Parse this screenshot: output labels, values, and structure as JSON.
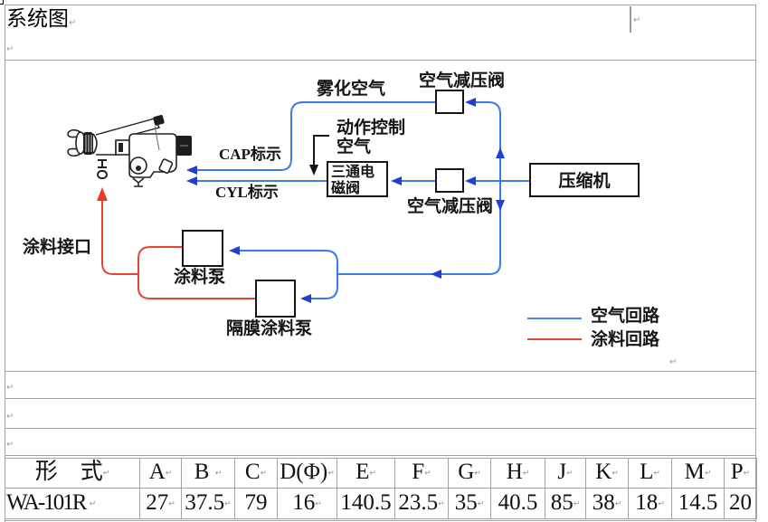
{
  "header": {
    "title": "系统图",
    "title_mark": "↵",
    "second_line_mark": "↵",
    "side_cell_mark": "↵"
  },
  "diagram": {
    "labels": {
      "atomizing_air": "雾化空气",
      "regulator_atomizing": "空气减压阀",
      "control_air": [
        "动作控制",
        "空气"
      ],
      "cap_indicator": "CAP标示",
      "cyl_indicator": "CYL标示",
      "solenoid_valve": [
        "三通电",
        "磁阀"
      ],
      "regulator_control": "空气减压阀",
      "compressor": "压缩机",
      "paint_inlet": "涂料接口",
      "paint_pump": "涂料泵",
      "diaphragm_pump": "隔膜涂料泵"
    },
    "legend": [
      {
        "label": "空气回路",
        "color": "#4a86e8"
      },
      {
        "label": "涂料回路",
        "color": "#e8442e"
      }
    ],
    "colors": {
      "air_circuit": "#3a7be6",
      "air_arrow": "#1f3fd4",
      "paint_circuit": "#e8442e",
      "paint_arrow": "#ec3a24",
      "control_arrow": "#151515"
    },
    "end_mark": "↵"
  },
  "empty_paragraphs": [
    {
      "mark": "↵"
    },
    {
      "mark": "↵"
    },
    {
      "mark": "↵"
    }
  ],
  "spec_table": {
    "headers": [
      {
        "text": "形　式",
        "mark": "↵"
      },
      {
        "text": "A",
        "mark": "↵"
      },
      {
        "text": "B ",
        "mark": "↵"
      },
      {
        "text": "C",
        "mark": "↵"
      },
      {
        "text": "D(Φ)",
        "mark": "↵"
      },
      {
        "text": "E",
        "mark": "↵"
      },
      {
        "text": "F",
        "mark": "↵"
      },
      {
        "text": "G",
        "mark": "↵"
      },
      {
        "text": "H",
        "mark": "↵"
      },
      {
        "text": "J",
        "mark": "↵"
      },
      {
        "text": "K",
        "mark": "↵"
      },
      {
        "text": "L",
        "mark": "↵"
      },
      {
        "text": "M",
        "mark": "↵"
      },
      {
        "text": "P",
        "mark": "↵"
      }
    ],
    "rows": [
      [
        {
          "text": "WA-101R ",
          "mark": "↵"
        },
        {
          "text": "27",
          "mark": "↵"
        },
        {
          "text": "37.5",
          "mark": "↵"
        },
        {
          "text": "79",
          "mark": ""
        },
        {
          "text": "16",
          "mark": "↵"
        },
        {
          "text": "140.5",
          "mark": ""
        },
        {
          "text": "23.5",
          "mark": "↵"
        },
        {
          "text": "35",
          "mark": "↵"
        },
        {
          "text": "40.5",
          "mark": ""
        },
        {
          "text": "85",
          "mark": "↵"
        },
        {
          "text": "38",
          "mark": "↵"
        },
        {
          "text": "18",
          "mark": "↵"
        },
        {
          "text": "14.5",
          "mark": ""
        },
        {
          "text": "20",
          "mark": ""
        }
      ]
    ]
  }
}
